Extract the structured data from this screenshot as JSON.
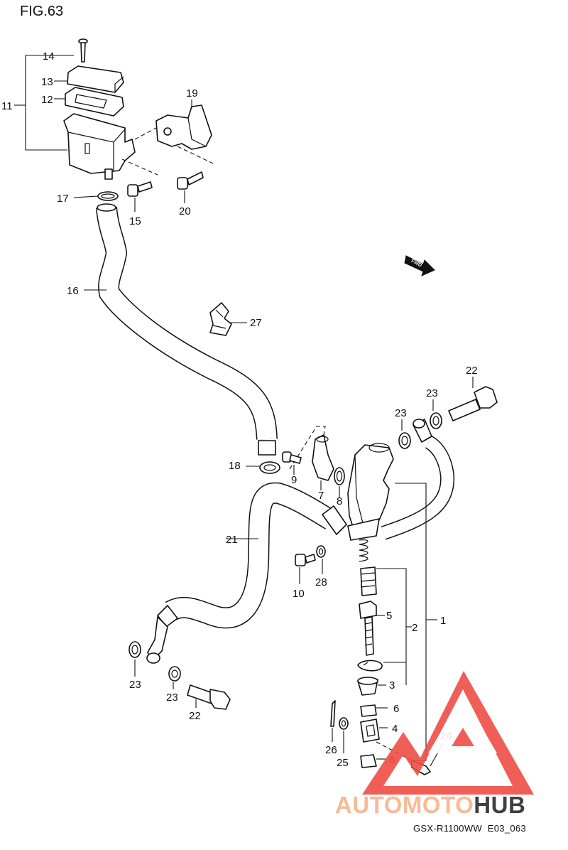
{
  "figure": {
    "title": "FIG.63"
  },
  "parts": {
    "p1": "1",
    "p2": "2",
    "p3": "3",
    "p4": "4",
    "p5": "5",
    "p6a": "6",
    "p6b": "6",
    "p7": "7",
    "p8": "8",
    "p9": "9",
    "p10": "10",
    "p11": "11",
    "p12": "12",
    "p13": "13",
    "p14": "14",
    "p15": "15",
    "p16": "16",
    "p17": "17",
    "p18": "18",
    "p19": "19",
    "p20": "20",
    "p21": "21",
    "p22a": "22",
    "p22b": "22",
    "p23a": "23",
    "p23b": "23",
    "p23c": "23",
    "p23d": "23",
    "p24": "24",
    "p25": "25",
    "p26": "26",
    "p27": "27",
    "p28": "28"
  },
  "fwd": {
    "label": "FWD"
  },
  "watermark": {
    "part1": "AUTOMOTO",
    "part2": "HUB",
    "color_primary": "#ef4e45",
    "color_accent": "#f6b48c",
    "color_dark": "#2b2b2b"
  },
  "footer": {
    "code": "GSX-R1100WW  E03_063"
  }
}
